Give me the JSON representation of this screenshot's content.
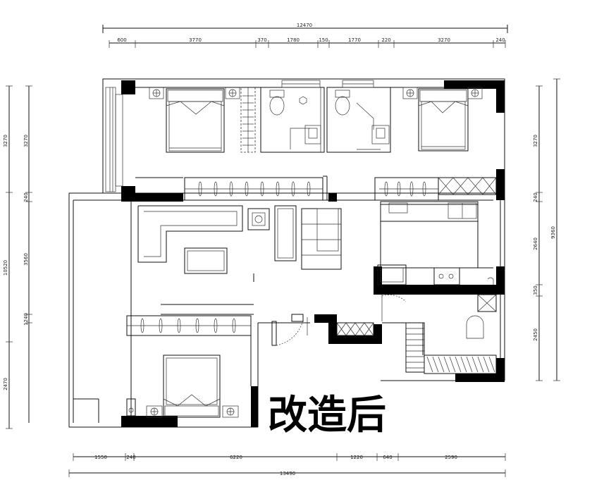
{
  "title": "改造后",
  "dimensions": {
    "top_total": "12470",
    "top_segments": [
      "600",
      "3770",
      "370",
      "1780",
      "150",
      "1770",
      "220",
      "3270",
      "240"
    ],
    "bottom_segments": [
      "1550",
      "240",
      "6220",
      "1220",
      "640",
      "2590"
    ],
    "bottom_total": "13490",
    "left_outer_segments": [
      "3270",
      "10520",
      "2470"
    ],
    "left_inner_segments": [
      "3270",
      "240",
      "3560",
      "1240"
    ],
    "right_inner_segments": [
      "3270",
      "240",
      "2640",
      "350",
      "2450"
    ],
    "right_outer_total": "9360"
  }
}
